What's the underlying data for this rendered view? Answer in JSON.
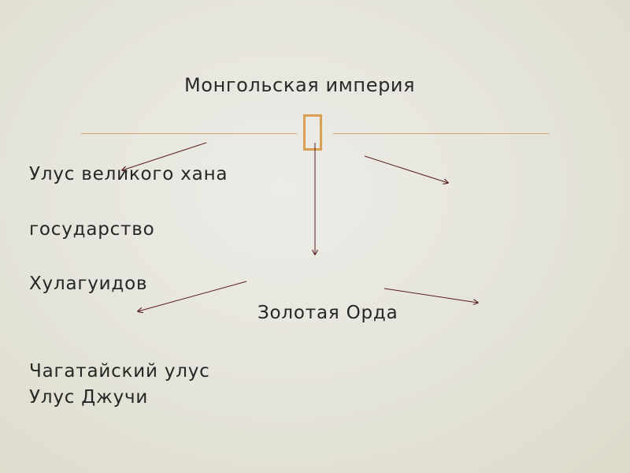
{
  "slide": {
    "title": "Монгольская империя",
    "ornament_icon": "rectangle-box-icon",
    "items": [
      {
        "label": "Улус великого хана"
      },
      {
        "label": "государство"
      },
      {
        "label": "Хулагуидов"
      },
      {
        "label": "Золотая Орда"
      },
      {
        "label": "Чагатайский улус"
      },
      {
        "label": "Улус Джучи"
      }
    ],
    "colors": {
      "accent_rule": "#d9a76a",
      "ornament": "#d9a055",
      "arrow": "#5a1e1e",
      "text": "#262626"
    }
  }
}
